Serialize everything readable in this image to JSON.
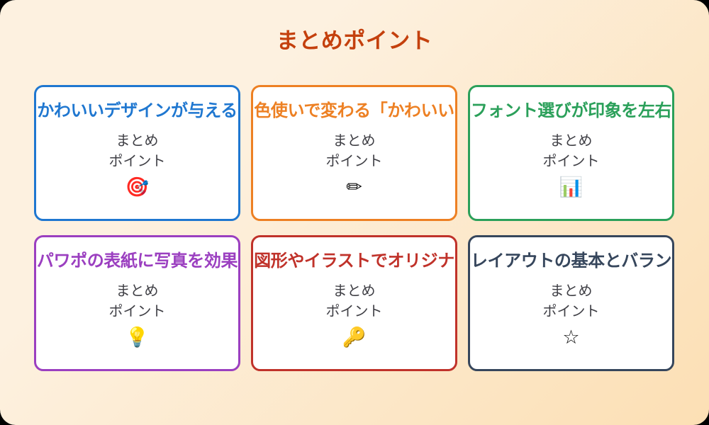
{
  "slide": {
    "title": "まとめポイント",
    "title_color": "#c4400d",
    "background_from": "#fdf1e0",
    "background_to": "#fcdfb4"
  },
  "cards": [
    {
      "title": "かわいいデザインが与える",
      "body": "まとめ\nポイント",
      "icon": "🎯",
      "icon_name": "dart-target-icon",
      "accent": "#1f77d0"
    },
    {
      "title": "色使いで変わる「かわいい",
      "body": "まとめ\nポイント",
      "icon": "✏",
      "icon_name": "pencil-icon",
      "accent": "#ed8023"
    },
    {
      "title": "フォント選びが印象を左右",
      "body": "まとめ\nポイント",
      "icon": "📊",
      "icon_name": "bar-chart-icon",
      "accent": "#2ba05a"
    },
    {
      "title": "パワポの表紙に写真を効果",
      "body": "まとめ\nポイント",
      "icon": "💡",
      "icon_name": "lightbulb-icon",
      "accent": "#9b3fc0"
    },
    {
      "title": "図形やイラストでオリジナ",
      "body": "まとめ\nポイント",
      "icon": "🔑",
      "icon_name": "key-icon",
      "accent": "#c0322a"
    },
    {
      "title": "レイアウトの基本とバラン",
      "body": "まとめ\nポイント",
      "icon": "☆",
      "icon_name": "star-icon",
      "accent": "#36465c"
    }
  ]
}
